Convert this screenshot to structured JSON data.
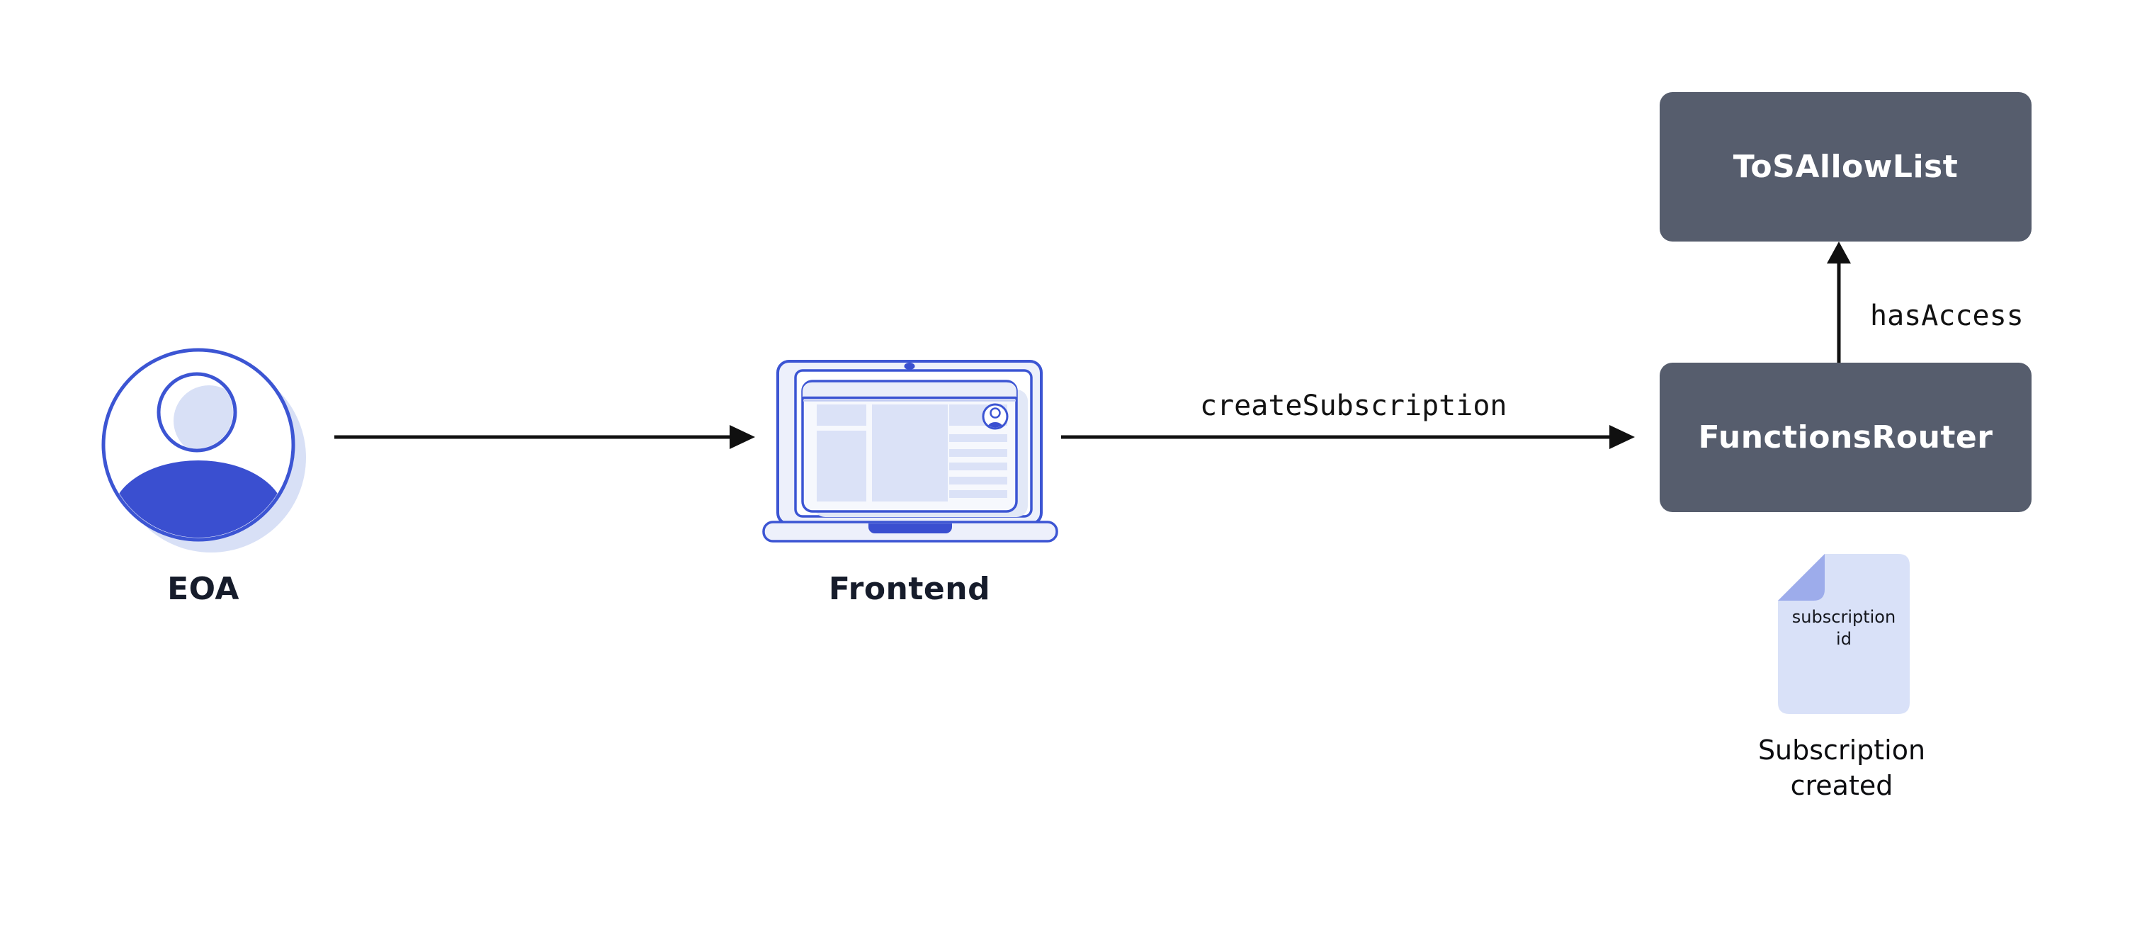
{
  "diagram": {
    "background": "#ffffff",
    "nodes": {
      "eoa": {
        "label": "EOA",
        "icon": "user-avatar-icon"
      },
      "frontend": {
        "label": "Frontend",
        "icon": "laptop-browser-icon"
      },
      "functions_router": {
        "label": "FunctionsRouter",
        "kind": "contract-box"
      },
      "tos_allow_list": {
        "label": "ToSAllowList",
        "kind": "contract-box"
      },
      "subscription_doc": {
        "icon": "document-icon",
        "text_line1": "subscription",
        "text_line2": "id",
        "caption_line1": "Subscription",
        "caption_line2": "created"
      }
    },
    "edges": {
      "eoa_to_frontend": {
        "from": "EOA",
        "to": "Frontend",
        "label": "",
        "direction": "right"
      },
      "frontend_to_functions_router": {
        "from": "Frontend",
        "to": "FunctionsRouter",
        "label": "createSubscription",
        "direction": "right"
      },
      "functions_router_to_tos_allow_list": {
        "from": "FunctionsRouter",
        "to": "ToSAllowList",
        "label": "hasAccess",
        "direction": "up"
      }
    },
    "colors": {
      "contract_box": "#565d6d",
      "contract_text": "#ffffff",
      "accent_blue": "#3c55d3",
      "solid_blue": "#3a4fd0",
      "light_periwinkle": "#dbe2f7",
      "pale_periwinkle": "#edf0fb",
      "shadow_periwinkle": "#d8e0f6",
      "doc_body": "#d9e1f8",
      "doc_fold": "#9daceb",
      "label_text": "#161c2b",
      "arrow_black": "#101010"
    }
  }
}
